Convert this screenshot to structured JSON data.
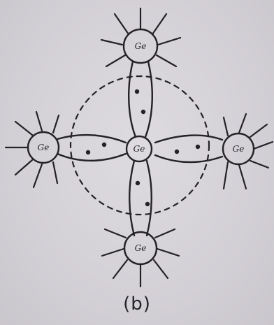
{
  "caption": "(b)",
  "central_atom": {
    "label": "Ge"
  },
  "neighbour_atoms": [
    {
      "label": "Ge"
    },
    {
      "label": "Ge"
    },
    {
      "label": "Ge"
    },
    {
      "label": "Ge"
    }
  ],
  "colors": {
    "ink": "#242127",
    "paper": "#d6d3d8"
  }
}
